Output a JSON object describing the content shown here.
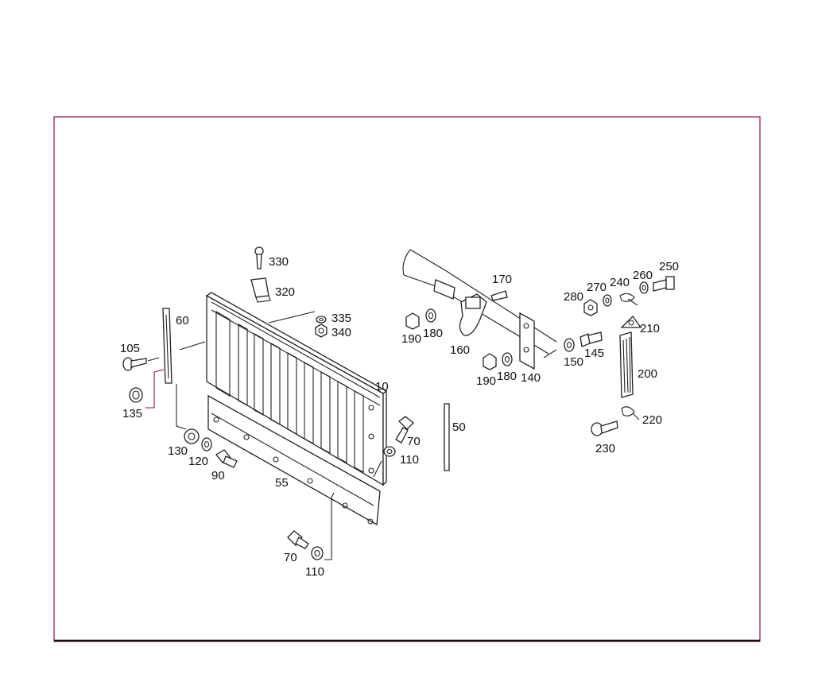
{
  "diagram": {
    "frame_color": "#8a1538",
    "labels": {
      "p10": "10",
      "p50": "50",
      "p55": "55",
      "p60": "60",
      "p70a": "70",
      "p70b": "70",
      "p90": "90",
      "p105": "105",
      "p110a": "110",
      "p110b": "110",
      "p120": "120",
      "p130": "130",
      "p135": "135",
      "p140": "140",
      "p145": "145",
      "p150": "150",
      "p160": "160",
      "p170": "170",
      "p180a": "180",
      "p180b": "180",
      "p190a": "190",
      "p190b": "190",
      "p200": "200",
      "p210": "210",
      "p220": "220",
      "p230": "230",
      "p240": "240",
      "p250": "250",
      "p260": "260",
      "p270": "270",
      "p280": "280",
      "p320": "320",
      "p330": "330",
      "p335": "335",
      "p340": "340"
    }
  }
}
